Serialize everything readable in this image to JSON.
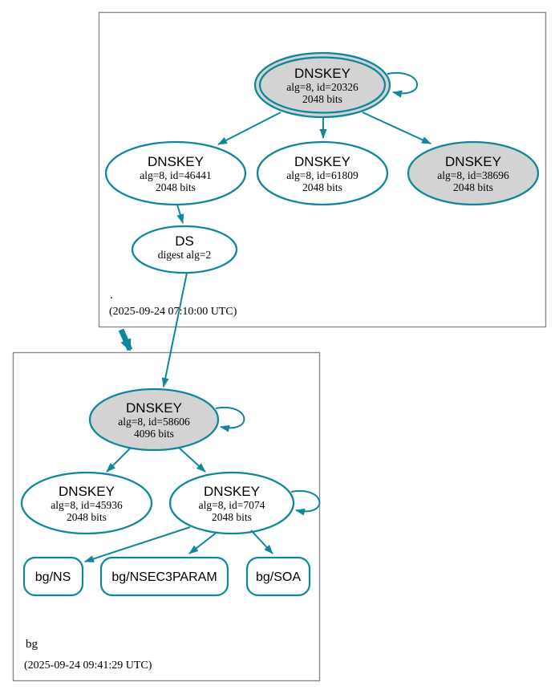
{
  "colors": {
    "edge": "#0f879b",
    "node_fill_gray": "#d3d3d3",
    "node_fill_white": "#ffffff",
    "cluster_border": "#8b8b8b",
    "text_color": "#000000"
  },
  "zones": {
    "root": {
      "label": ".",
      "timestamp": "(2025-09-24 07:10:00 UTC)"
    },
    "bg": {
      "label": "bg",
      "timestamp": "(2025-09-24 09:41:29 UTC)"
    }
  },
  "nodes": {
    "root_ksk_20326": {
      "title": "DNSKEY",
      "attrs": "alg=8, id=20326",
      "bits": "2048 bits"
    },
    "root_zsk_46441": {
      "title": "DNSKEY",
      "attrs": "alg=8, id=46441",
      "bits": "2048 bits"
    },
    "root_zsk_61809": {
      "title": "DNSKEY",
      "attrs": "alg=8, id=61809",
      "bits": "2048 bits"
    },
    "root_ksk_38696": {
      "title": "DNSKEY",
      "attrs": "alg=8, id=38696",
      "bits": "2048 bits"
    },
    "root_ds": {
      "title": "DS",
      "attrs": "digest alg=2"
    },
    "bg_ksk_58606": {
      "title": "DNSKEY",
      "attrs": "alg=8, id=58606",
      "bits": "4096 bits"
    },
    "bg_zsk_45936": {
      "title": "DNSKEY",
      "attrs": "alg=8, id=45936",
      "bits": "2048 bits"
    },
    "bg_zsk_7074": {
      "title": "DNSKEY",
      "attrs": "alg=8, id=7074",
      "bits": "2048 bits"
    },
    "bg_ns": {
      "label": "bg/NS"
    },
    "bg_nsec3param": {
      "label": "bg/NSEC3PARAM"
    },
    "bg_soa": {
      "label": "bg/SOA"
    }
  }
}
